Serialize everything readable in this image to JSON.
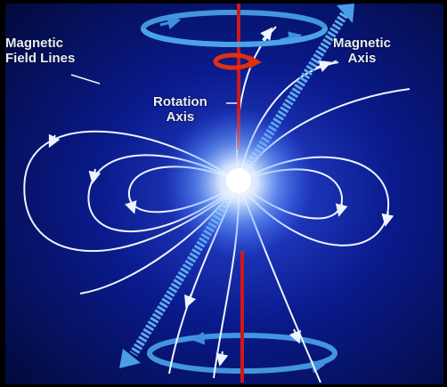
{
  "labels": {
    "magnetic_field_lines": [
      "Magnetic",
      "Field Lines"
    ],
    "magnetic_axis": [
      "Magnetic",
      "Axis"
    ],
    "rotation_axis": [
      "Rotation",
      "Axis"
    ]
  },
  "colors": {
    "background": "#0a1a8c",
    "star_core": "#ffffff",
    "star_glow": "#7fb3ff",
    "field_line": "#eef4ff",
    "rotation_axis": "#d01818",
    "magnetic_axis": "#5fa8f0",
    "beam_ring": "#4aa3e8",
    "rotation_arrow": "#e03010"
  },
  "icons": {
    "rotation_arrow": "curved-arrow-icon",
    "field_arrows": "arrowhead-icon"
  }
}
